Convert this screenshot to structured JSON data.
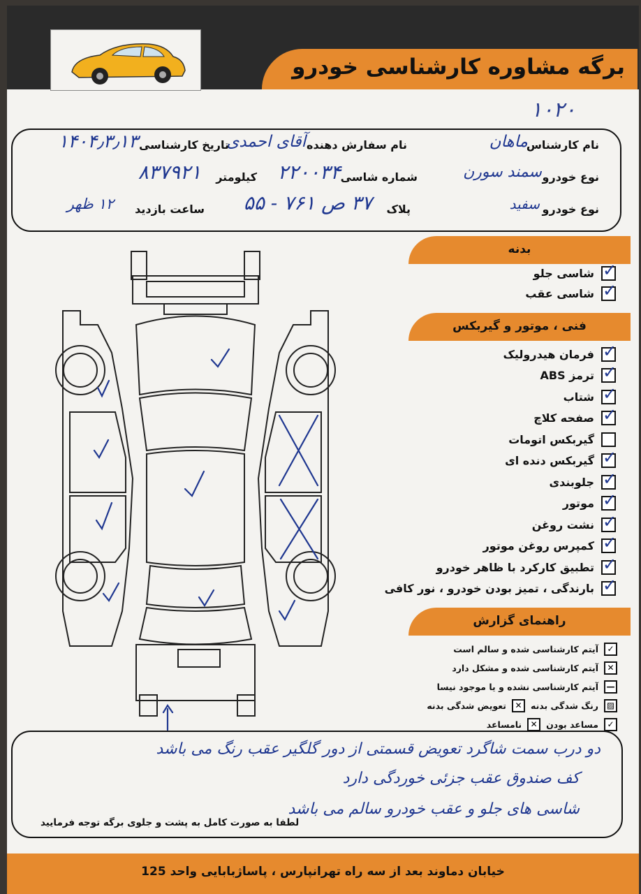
{
  "header": {
    "title": "برگه مشاوره کارشناسی خودرو",
    "form_number": "۱۰۲۰"
  },
  "info": {
    "expert_name_label": "نام کارشناس",
    "expert_name_value": "ماهان",
    "customer_label": "نام سفارش دهنده",
    "customer_value": "آقای احمدی",
    "date_label": "تاریخ کارشناسی",
    "date_value": "۱۴۰۴٫۳٫۱۳",
    "car_type_label": "نوع خودرو",
    "car_type_value": "سمند سورن",
    "chassis_label": "شماره شاسی",
    "chassis_value": "۲۲۰۰۳۴",
    "km_label": "کیلومتر",
    "km_value": "۸۳۷۹۲۱",
    "car_kind_label": "نوع خودرو",
    "car_kind_value": "سفید",
    "plate_label": "پلاک",
    "plate_value": "۳۷ ص ۷۶۱ - ۵۵",
    "visit_time_label": "ساعت بازدید",
    "visit_time_value": "۱۲ ظهر"
  },
  "sections": {
    "body": {
      "title": "بدنه",
      "items": [
        {
          "label": "شاسی جلو",
          "checked": true
        },
        {
          "label": "شاسی عقب",
          "checked": true
        }
      ]
    },
    "technical": {
      "title": "فنی ، موتور و گیربکس",
      "items": [
        {
          "label": "فرمان هیدرولیک",
          "checked": true
        },
        {
          "label": "ترمز ABS",
          "checked": true
        },
        {
          "label": "شتاب",
          "checked": true
        },
        {
          "label": "صفحه کلاچ",
          "checked": true
        },
        {
          "label": "گیربکس اتومات",
          "checked": false
        },
        {
          "label": "گیربکس دنده ای",
          "checked": true
        },
        {
          "label": "جلوبندی",
          "checked": true
        },
        {
          "label": "موتور",
          "checked": true
        },
        {
          "label": "نشت روغن",
          "checked": true
        },
        {
          "label": "کمپرس روغن موتور",
          "checked": true
        },
        {
          "label": "تطبیق کارکرد با ظاهر خودرو",
          "checked": true
        },
        {
          "label": "بارندگی ، تمیز بودن خودرو ، نور کافی",
          "checked": true
        }
      ]
    },
    "legend": {
      "title": "راهنمای گزارش",
      "items": [
        {
          "label": "آیتم کارشناسی شده و سالم است",
          "symbol": "✓"
        },
        {
          "label": "آیتم کارشناسی شده و مشکل دارد",
          "symbol": "✕"
        },
        {
          "label": "آیتم کارشناسی نشده و یا موجود نیسا",
          "symbol": "—"
        },
        {
          "label": "رنگ شدگی بدنه",
          "symbol": "▨",
          "label2": "تعویض شدگی بدنه",
          "symbol2": "✕"
        },
        {
          "label": "مساعد بودن",
          "symbol": "✓",
          "label2": "نامساعد",
          "symbol2": "✕"
        }
      ]
    }
  },
  "notes": {
    "line1": "دو درب سمت شاگرد تعویض قسمتی از دور گلگیر عقب رنگ می باشد",
    "line2": "کف صندوق عقب جزئی خوردگی دارد",
    "line3": "شاسی های جلو و عقب خودرو سالم می باشد",
    "printed_notice": "لطفا به صورت کامل به پشت و جلوی برگه توجه فرمایید"
  },
  "footer": {
    "address": "خیابان دماوند بعد از سه راه تهرانپارس ، پاساژبابایی واحد 125"
  },
  "colors": {
    "accent": "#e68a2e",
    "ink": "#1f3790",
    "top_band": "#2a2a2a"
  }
}
